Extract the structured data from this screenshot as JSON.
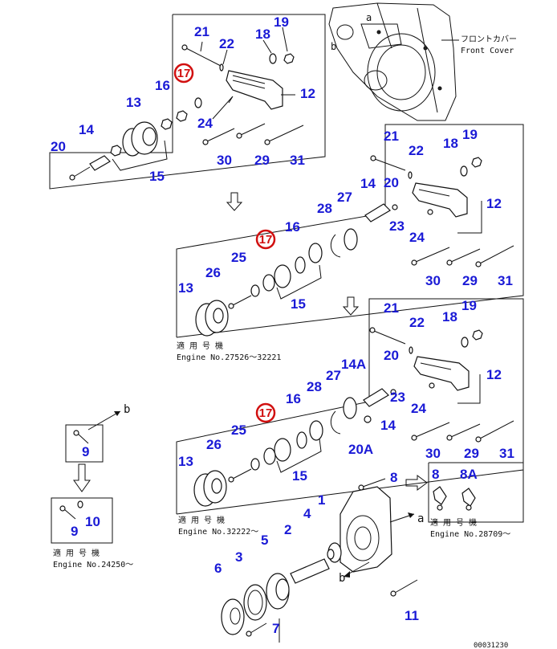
{
  "labels": {
    "n21a": "21",
    "n22a": "22",
    "n18a": "18",
    "n19a": "19",
    "n17a": "17",
    "n16a": "16",
    "n12a": "12",
    "n13a": "13",
    "n14a": "14",
    "n20a": "20",
    "n24a": "24",
    "n15a": "15",
    "n30a": "30",
    "n29a": "29",
    "n31a": "31",
    "n21b": "21",
    "n22b": "22",
    "n18b": "18",
    "n19b": "19",
    "n27b": "27",
    "n14b": "14",
    "n20b": "20",
    "n12b": "12",
    "n28b": "28",
    "n17b": "17",
    "n16b": "16",
    "n23b": "23",
    "n24b": "24",
    "n25b": "25",
    "n26b": "26",
    "n13b": "13",
    "n15b": "15",
    "n30b": "30",
    "n29b": "29",
    "n31b": "31",
    "n21c": "21",
    "n18c": "18",
    "n19c": "19",
    "n22c": "22",
    "n14Ac": "14A",
    "n20c": "20",
    "n12c": "12",
    "n28c": "28",
    "n27c": "27",
    "n16c": "16",
    "n23c": "23",
    "n17c": "17",
    "n24c": "24",
    "n14c": "14",
    "n25c": "25",
    "n26c": "26",
    "n20Ac": "20A",
    "n13c": "13",
    "n15c": "15",
    "n30c": "30",
    "n29c": "29",
    "n31c": "31",
    "n9a": "9",
    "n9b": "9",
    "n10": "10",
    "n8a": "8",
    "n8b": "8",
    "n8Ab": "8A",
    "n1": "1",
    "n2": "2",
    "n3": "3",
    "n4": "4",
    "n5": "5",
    "n6": "6",
    "n7": "7",
    "n11": "11"
  },
  "letters": {
    "a_top": "a",
    "b_top": "b",
    "a_bot": "a",
    "b_bot": "b"
  },
  "notes": {
    "front_cover_jp": "フロントカバー",
    "front_cover_en": "Front Cover",
    "applicable_jp": "適 用 号 機",
    "engine_27526": "Engine No.27526～32221",
    "engine_32222": "Engine No.32222～",
    "engine_24250": "Engine No.24250～",
    "engine_28709": "Engine No.28709～",
    "drawing_code": "00031230"
  },
  "colors": {
    "callout": "#1a1ad6",
    "highlight": "#d10f0f",
    "line": "#111111"
  }
}
